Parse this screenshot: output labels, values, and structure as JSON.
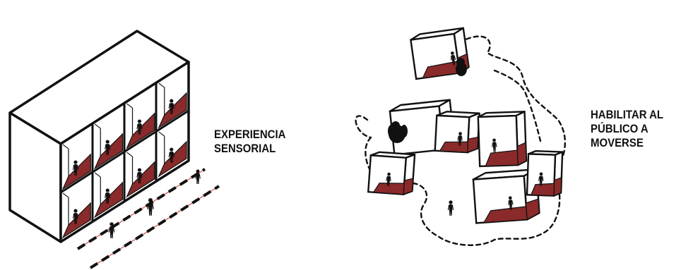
{
  "colors": {
    "ink": "#111111",
    "floor": "#8a2a2a",
    "path_accent": "#d24b4b",
    "paper": "#ffffff"
  },
  "labels": {
    "left": [
      "EXPERIENCIA",
      "SENSORIAL"
    ],
    "right": [
      "HABILITAR AL",
      "PÚBLICO A",
      "MOVERSE"
    ]
  },
  "icons": {
    "person": "person-figure-icon",
    "crowd": "crowd-figure-icon"
  }
}
